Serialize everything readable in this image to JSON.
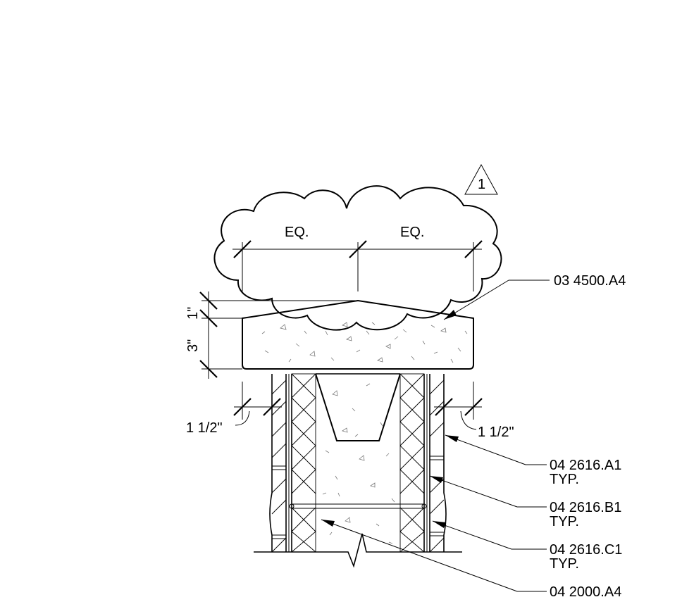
{
  "revision": {
    "number": "1"
  },
  "dimensions": {
    "eq_left": "EQ.",
    "eq_right": "EQ.",
    "height_top": "1\"",
    "height_cap": "3\"",
    "overhang_left": "1 1/2\"",
    "overhang_right": "1 1/2\""
  },
  "callouts": [
    {
      "code": "03 4500.A4",
      "note": ""
    },
    {
      "code": "04 2616.A1",
      "note": "TYP."
    },
    {
      "code": "04 2616.B1",
      "note": "TYP."
    },
    {
      "code": "04 2616.C1",
      "note": "TYP."
    },
    {
      "code": "04 2000.A4",
      "note": ""
    }
  ]
}
